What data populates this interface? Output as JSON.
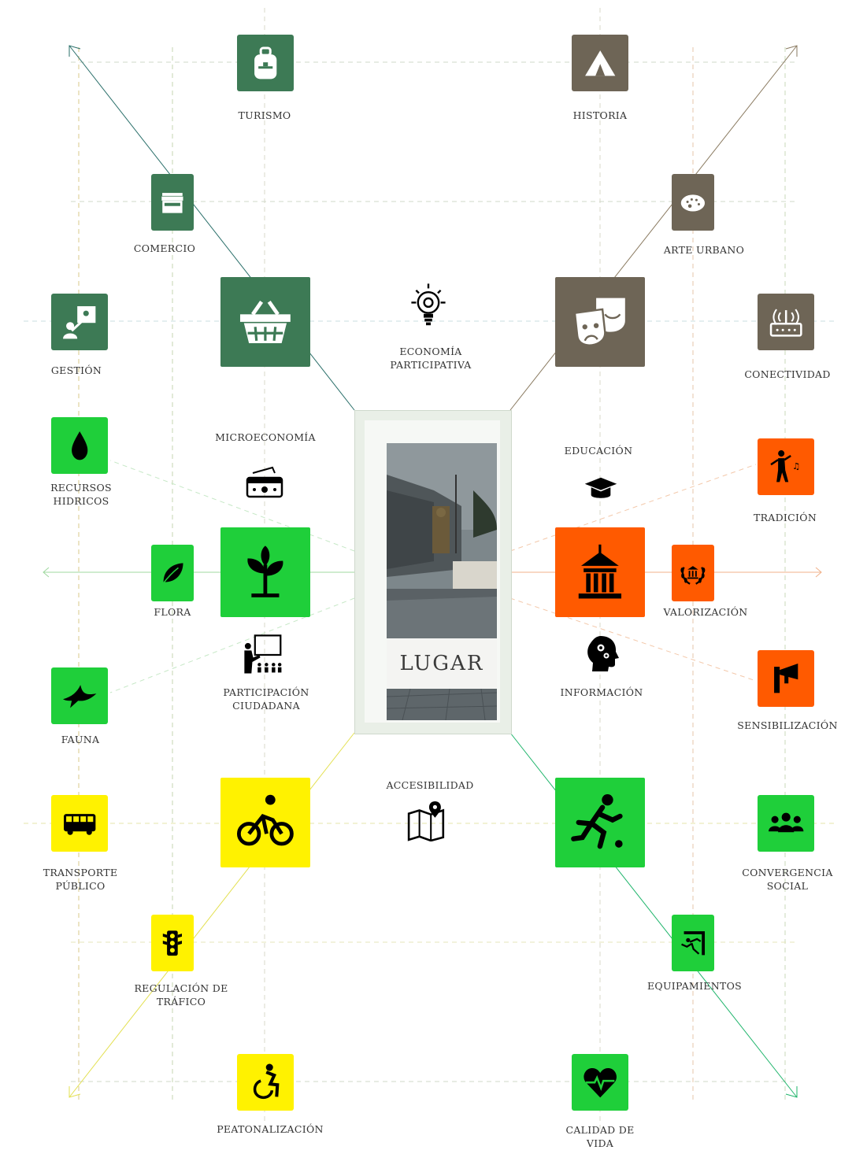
{
  "center": {
    "label": "LUGAR"
  },
  "colors": {
    "green_dark": "#3d7a55",
    "brown": "#6e6556",
    "green": "#1fcf3a",
    "orange": "#ff5a00",
    "yellow": "#fff200",
    "teal": "#17b96b"
  },
  "nodes": [
    {
      "id": "turismo",
      "lines": [
        "TURISMO"
      ],
      "icon": "backpack-icon",
      "color": "#3d7a55"
    },
    {
      "id": "historia",
      "lines": [
        "HISTORIA"
      ],
      "icon": "tent-icon",
      "color": "#6e6556"
    },
    {
      "id": "comercio",
      "lines": [
        "COMERCIO"
      ],
      "icon": "store-icon",
      "color": "#3d7a55"
    },
    {
      "id": "arte-urbano",
      "lines": [
        "ARTE URBANO"
      ],
      "icon": "palette-icon",
      "color": "#6e6556"
    },
    {
      "id": "gestion",
      "lines": [
        "GESTIÓN"
      ],
      "icon": "idea-person-icon",
      "color": "#3d7a55"
    },
    {
      "id": "microeconomia-box",
      "lines": [],
      "icon": "basket-icon",
      "color": "#3d7a55"
    },
    {
      "id": "cultura-box",
      "lines": [],
      "icon": "theater-masks-icon",
      "color": "#6e6556"
    },
    {
      "id": "conectividad",
      "lines": [
        "CONECTIVIDAD"
      ],
      "icon": "router-icon",
      "color": "#6e6556"
    },
    {
      "id": "recursos-hidricos",
      "lines": [
        "RECURSOS",
        "HIDRICOS"
      ],
      "icon": "water-drop-icon",
      "color": "#1fcf3a"
    },
    {
      "id": "tradicion",
      "lines": [
        "TRADICIÓN"
      ],
      "icon": "dancer-icon",
      "color": "#ff5a00"
    },
    {
      "id": "flora",
      "lines": [
        "FLORA"
      ],
      "icon": "leaf-icon",
      "color": "#1fcf3a"
    },
    {
      "id": "ambiente-box",
      "lines": [],
      "icon": "plant-icon",
      "color": "#1fcf3a"
    },
    {
      "id": "patrimonio-box",
      "lines": [],
      "icon": "monument-icon",
      "color": "#ff5a00"
    },
    {
      "id": "valorizacion",
      "lines": [
        "VALORIZACIÓN"
      ],
      "icon": "laurel-icon",
      "color": "#ff5a00"
    },
    {
      "id": "fauna",
      "lines": [
        "FAUNA"
      ],
      "icon": "bird-icon",
      "color": "#1fcf3a"
    },
    {
      "id": "sensibilizacion",
      "lines": [
        "SENSIBILIZACIÓN"
      ],
      "icon": "megaphone-icon",
      "color": "#ff5a00"
    },
    {
      "id": "transporte-publico",
      "lines": [
        "TRANSPORTE",
        "PÚBLICO"
      ],
      "icon": "bus-icon",
      "color": "#fff200"
    },
    {
      "id": "movilidad-box",
      "lines": [],
      "icon": "bicycle-icon",
      "color": "#fff200"
    },
    {
      "id": "recreacion-box",
      "lines": [],
      "icon": "running-icon",
      "color": "#1fcf3a"
    },
    {
      "id": "convergencia-social",
      "lines": [
        "CONVERGENCIA",
        "SOCIAL"
      ],
      "icon": "people-icon",
      "color": "#1fcf3a"
    },
    {
      "id": "regulacion-trafico",
      "lines": [
        "REGULACIÓN DE",
        "TRÁFICO"
      ],
      "icon": "traffic-light-icon",
      "color": "#fff200"
    },
    {
      "id": "equipamientos",
      "lines": [
        "EQUIPAMIENTOS"
      ],
      "icon": "climbing-icon",
      "color": "#1fcf3a"
    },
    {
      "id": "peatonalizacion",
      "lines": [
        "PEATONALIZACIÓN"
      ],
      "icon": "accessibility-icon",
      "color": "#fff200"
    },
    {
      "id": "calidad-de-vida",
      "lines": [
        "CALIDAD DE",
        "VIDA"
      ],
      "icon": "heartbeat-icon",
      "color": "#1fcf3a"
    }
  ],
  "free_icons": [
    {
      "id": "economia-participativa",
      "lines": [
        "ECONOMÍA",
        "PARTICIPATIVA"
      ],
      "icon": "lightbulb-icon"
    },
    {
      "id": "microeconomia",
      "lines": [
        "MICROECONOMÍA"
      ],
      "icon": "cash-register-icon"
    },
    {
      "id": "educacion",
      "lines": [
        "EDUCACIÓN"
      ],
      "icon": "graduation-cap-icon"
    },
    {
      "id": "participacion-ciudadana",
      "lines": [
        "PARTICIPACIÓN",
        "CIUDADANA"
      ],
      "icon": "teacher-icon"
    },
    {
      "id": "informacion",
      "lines": [
        "INFORMACIÓN"
      ],
      "icon": "head-gears-icon"
    },
    {
      "id": "accesibilidad",
      "lines": [
        "ACCESIBILIDAD"
      ],
      "icon": "map-icon"
    }
  ]
}
